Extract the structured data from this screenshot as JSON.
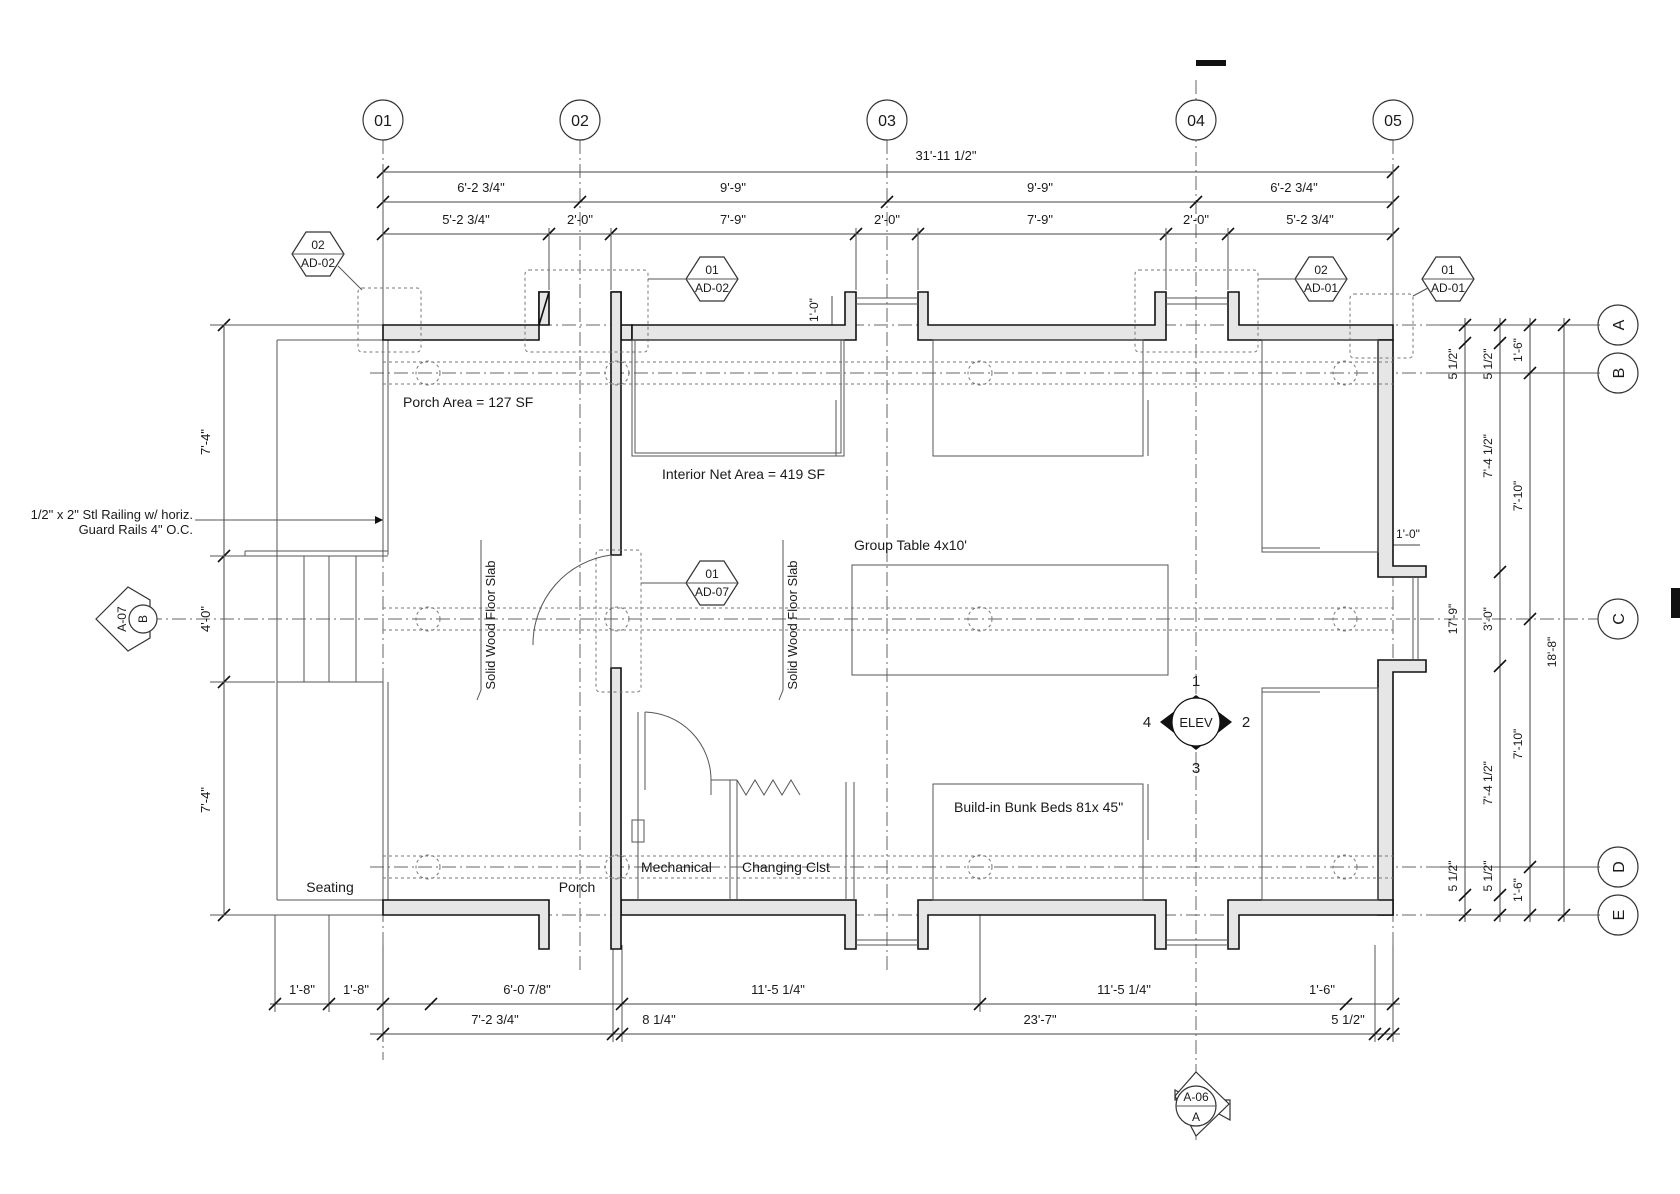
{
  "grid_columns": [
    "01",
    "02",
    "03",
    "04",
    "05"
  ],
  "grid_rows": [
    "A",
    "B",
    "C",
    "D",
    "E"
  ],
  "dims_top": {
    "overall": "31'-11 1/2\"",
    "row2": [
      "6'-2 3/4\"",
      "9'-9\"",
      "9'-9\"",
      "6'-2 3/4\""
    ],
    "row3": [
      "5'-2 3/4\"",
      "2'-0\"",
      "7'-9\"",
      "2'-0\"",
      "7'-9\"",
      "2'-0\"",
      "5'-2 3/4\""
    ],
    "small": "1'-0\""
  },
  "dims_bottom": {
    "row1": [
      "1'-8\"",
      "1'-8\"",
      "6'-0 7/8\"",
      "11'-5 1/4\"",
      "11'-5 1/4\"",
      "1'-6\""
    ],
    "row2": [
      "7'-2 3/4\"",
      "8 1/4\"",
      "23'-7\"",
      "5 1/2\""
    ]
  },
  "dims_left": [
    "7'-4\"",
    "4'-0\"",
    "7'-4\""
  ],
  "dims_right": {
    "col1": [
      "5 1/2\"",
      "17'-9\"",
      "5 1/2\""
    ],
    "col2": [
      "5 1/2\"",
      "7'-4 1/2\"",
      "3'-0\"",
      "7'-4 1/2\"",
      "5 1/2\""
    ],
    "col3": [
      "1'-6\"",
      "7'-10\"",
      "7'-10\"",
      "1'-6\""
    ],
    "col4": [
      "18'-8\""
    ],
    "window": "1'-0\""
  },
  "detail_tags": [
    {
      "num": "02",
      "sheet": "AD-02"
    },
    {
      "num": "01",
      "sheet": "AD-02"
    },
    {
      "num": "02",
      "sheet": "AD-01"
    },
    {
      "num": "01",
      "sheet": "AD-01"
    },
    {
      "num": "01",
      "sheet": "AD-07"
    }
  ],
  "section_markers": [
    {
      "sheet": "A-07",
      "id": "B"
    },
    {
      "sheet": "A-06",
      "id": "A"
    }
  ],
  "elevation_marker": {
    "label": "ELEV",
    "n": [
      "1",
      "2",
      "3",
      "4"
    ]
  },
  "labels": {
    "porch_area": "Porch Area = 127 SF",
    "interior_area": "Interior Net Area = 419 SF",
    "railing_1": "1/2\" x 2\" Stl Railing w/ horiz.",
    "railing_2": "Guard Rails 4\" O.C.",
    "slab": "Solid Wood Floor Slab",
    "table": "Group Table 4x10'",
    "bunk": "Build-in Bunk Beds 81x 45\"",
    "seating": "Seating",
    "porch": "Porch",
    "mechanical": "Mechanical",
    "changing": "Changing Clst"
  }
}
